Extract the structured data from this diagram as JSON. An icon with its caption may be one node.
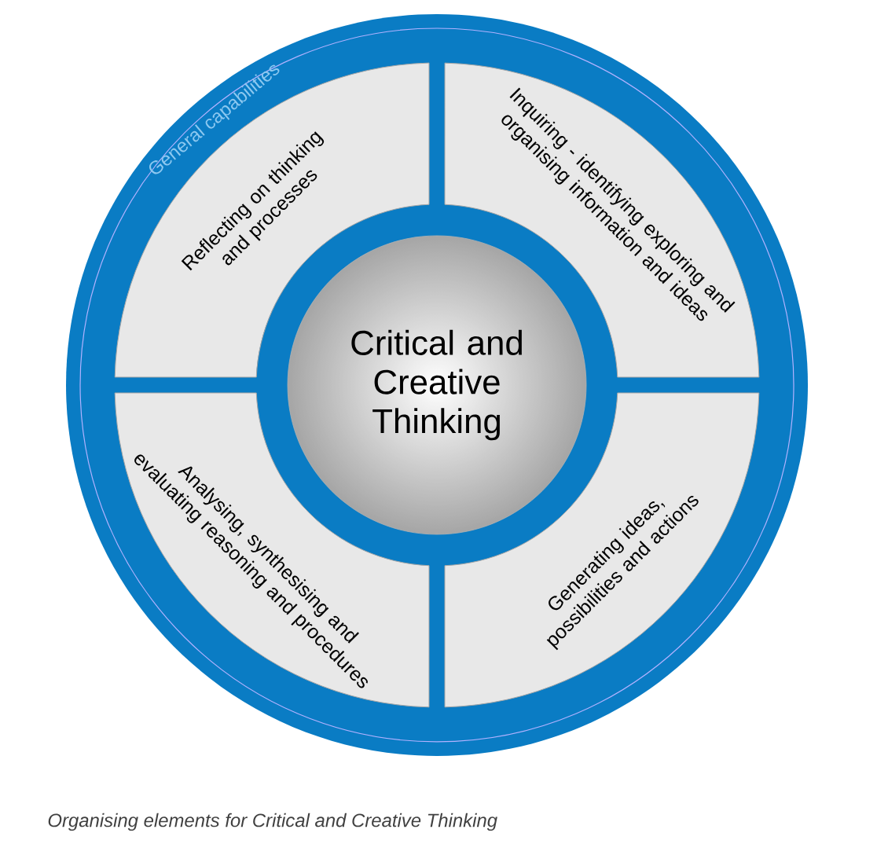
{
  "diagram": {
    "caption": "Organising elements for Critical and Creative Thinking",
    "nodes": [
      {
        "text": [
          "General capabilities"
        ]
      },
      {
        "text": [
          "Reflecting on thinking and processes"
        ],
        "in": 0
      },
      {
        "text": [
          "Inquiring - identifying exploring and organising information and ideas"
        ],
        "in": 0
      },
      {
        "text": [
          "Analysing, synthesising and evaluating reasoning and procedures"
        ],
        "in": 0
      },
      {
        "text": [
          "Generating ideas, possibilities and actions"
        ],
        "in": 0
      },
      {
        "text": [
          "Critical and Creative Thinking"
        ],
        "in": 0
      }
    ],
    "edges": []
  }
}
